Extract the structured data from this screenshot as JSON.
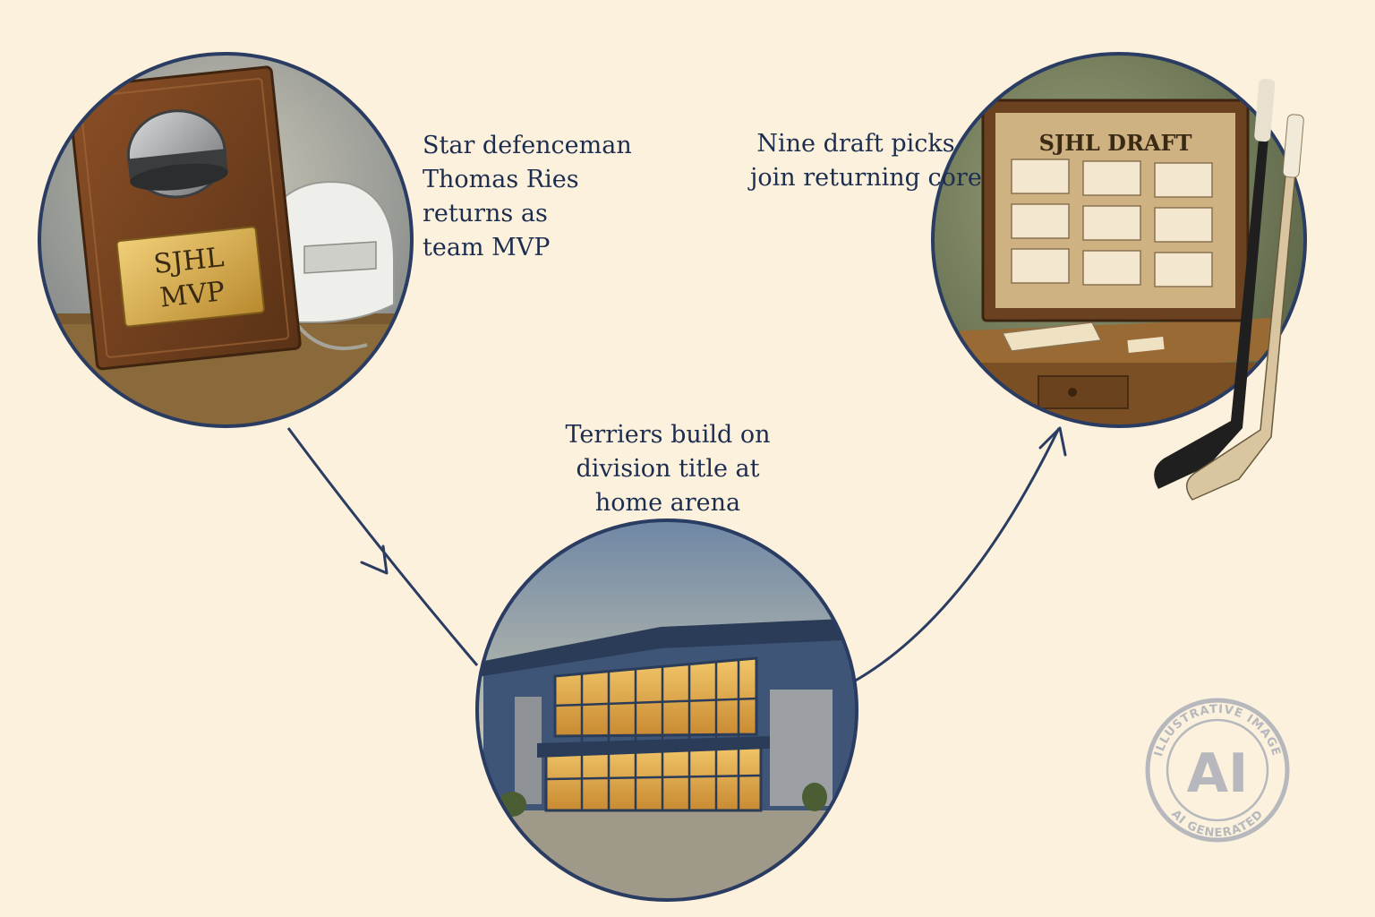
{
  "nodes": [
    {
      "id": "mvp",
      "caption_lines": [
        "Star defenceman",
        "Thomas Ries",
        "returns as",
        "team MVP"
      ],
      "plaque_text": [
        "SJHL",
        "MVP"
      ]
    },
    {
      "id": "arena",
      "caption_lines": [
        "Terriers build on",
        "division title at",
        "home arena"
      ]
    },
    {
      "id": "draft",
      "caption_lines": [
        "Nine draft picks",
        "join returning core"
      ],
      "board_title": "SJHL DRAFT"
    }
  ],
  "watermark": {
    "top_text": "ILLUSTRATIVE IMAGE",
    "center_text": "AI",
    "bottom_text": "AI GENERATED"
  },
  "colors": {
    "background": "#fbf1dc",
    "ink": "#1d2d4f",
    "ring": "#2a3c62",
    "watermark": "#b6b8bd"
  }
}
